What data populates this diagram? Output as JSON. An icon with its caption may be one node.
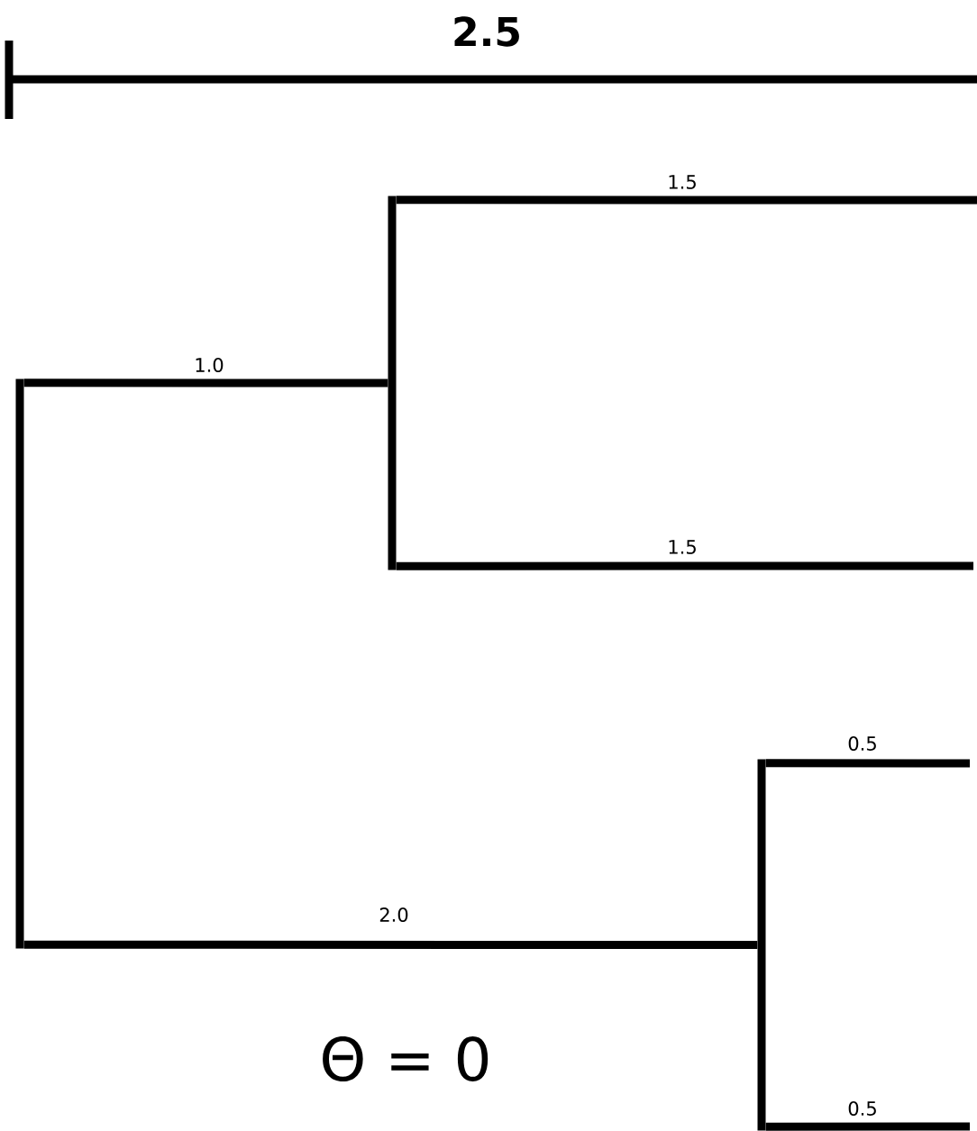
{
  "diagram": {
    "nodes": [
      {
        "text": [],
        "shape": "bar"
      },
      {
        "text": [],
        "shape": "bar"
      },
      {
        "text": [],
        "shape": "bar"
      }
    ],
    "edges": [
      {
        "from": 0,
        "to": 1,
        "arrow": "none",
        "label": "1.0"
      },
      {
        "from": 0,
        "to": 2,
        "arrow": "none",
        "label": "2.0"
      },
      {
        "from": 1,
        "to": null,
        "arrow": "none",
        "label": "1.5"
      },
      {
        "from": 1,
        "to": null,
        "arrow": "none",
        "label": "1.5"
      },
      {
        "from": 2,
        "to": null,
        "arrow": "none",
        "label": "0.5"
      },
      {
        "from": 2,
        "to": null,
        "arrow": "none",
        "label": "0.5"
      }
    ],
    "labels": [
      "2.5",
      "Θ = 0"
    ]
  }
}
